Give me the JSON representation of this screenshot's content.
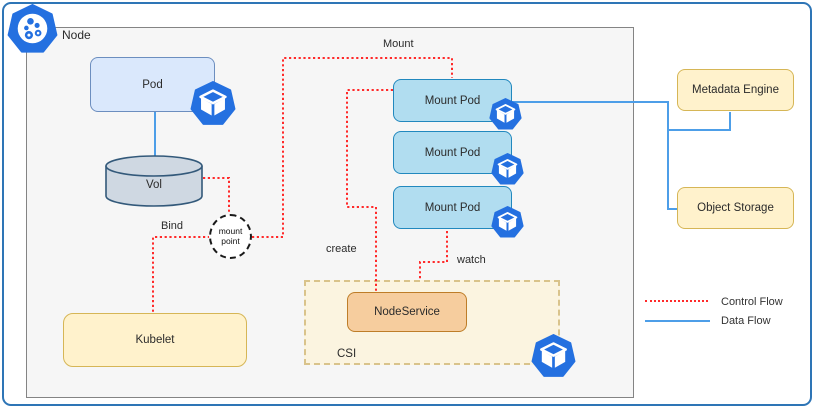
{
  "diagram": {
    "title_context": "Kubernetes CSI storage architecture diagram",
    "node": {
      "label": "Node"
    },
    "pod": {
      "label": "Pod"
    },
    "vol": {
      "label": "Vol"
    },
    "mount_point": {
      "line1": "mount",
      "line2": "point"
    },
    "kubelet": {
      "label": "Kubelet"
    },
    "mount_pods": [
      {
        "label": "Mount Pod"
      },
      {
        "label": "Mount Pod"
      },
      {
        "label": "Mount Pod"
      }
    ],
    "node_service": {
      "label": "NodeService"
    },
    "csi": {
      "label": "CSI"
    },
    "metadata_engine": {
      "label": "Metadata Engine"
    },
    "object_storage": {
      "label": "Object Storage"
    },
    "edge_labels": {
      "mount": "Mount",
      "bind": "Bind",
      "create": "create",
      "watch": "watch"
    },
    "legend": {
      "control_flow": "Control Flow",
      "data_flow": "Data Flow"
    },
    "icons": {
      "kubernetes_logo": "kubernetes-node-logo",
      "cube": "container-cube-icon"
    },
    "colors": {
      "control_flow_red": "#FF2A2A",
      "data_flow_blue": "#4D9EE8",
      "kubernetes_blue": "#2470E0",
      "outer_border_blue": "#2E75B6",
      "pod_fill": "#DAE8FC",
      "pod_border": "#6C8EBF",
      "mount_pod_fill": "#B1DDF0",
      "mount_pod_border": "#2188BE",
      "yellow_fill": "#FFF2CC",
      "yellow_border": "#D6B656",
      "nodeservice_fill": "#F6CD9E",
      "nodeservice_border": "#BE7D28",
      "csi_fill": "#FBF4E0",
      "csi_border": "#D9C38B",
      "vol_fill": "#CFD8E2",
      "vol_border": "#33597A",
      "node_fill": "#F6F6F6"
    }
  }
}
